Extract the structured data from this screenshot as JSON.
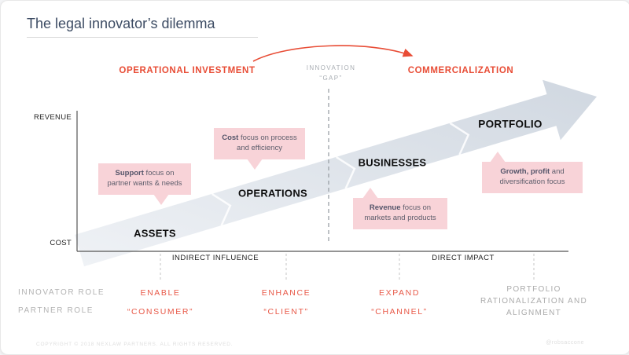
{
  "slide": {
    "title": "The legal innovator’s dilemma"
  },
  "phases": {
    "left": "OPERATIONAL INVESTMENT",
    "middle_line1": "INNOVATION",
    "middle_line2": "“GAP”",
    "right": "COMMERCIALIZATION"
  },
  "axes": {
    "y_top": "REVENUE",
    "y_bottom": "COST",
    "x_left": "INDIRECT INFLUENCE",
    "x_right": "DIRECT IMPACT"
  },
  "stages": [
    {
      "label": "ASSETS"
    },
    {
      "label": "OPERATIONS"
    },
    {
      "label": "BUSINESSES"
    },
    {
      "label": "PORTFOLIO"
    }
  ],
  "callouts": [
    {
      "bold": "Support",
      "rest": " focus on partner wants & needs"
    },
    {
      "bold": "Cost",
      "rest": " focus on process and efficiency"
    },
    {
      "bold": "Revenue",
      "rest": " focus on markets and products"
    },
    {
      "bold": "Growth, profit",
      "rest": " and diversification focus"
    }
  ],
  "roles": {
    "row1": "INNOVATOR ROLE",
    "row2": "PARTNER ROLE",
    "columns": [
      {
        "top": "ENABLE",
        "bottom": "“CONSUMER”"
      },
      {
        "top": "ENHANCE",
        "bottom": "“CLIENT”"
      },
      {
        "top": "EXPAND",
        "bottom": "“CHANNEL”"
      },
      {
        "combined": "PORTFOLIO RATIONALIZATION AND ALIGNMENT"
      }
    ]
  },
  "footer": {
    "left": "COPYRIGHT © 2018 NEXLAW PARTNERS. ALL RIGHTS RESERVED.",
    "right": "@robsaccone"
  },
  "colors": {
    "accent_red": "#e84c35",
    "title_navy": "#3c4b63",
    "callout_pink": "#f8d3d8",
    "gray_label": "#b0b0b0",
    "arrow_light": "#edf0f4",
    "arrow_dark": "#ccd4de"
  }
}
